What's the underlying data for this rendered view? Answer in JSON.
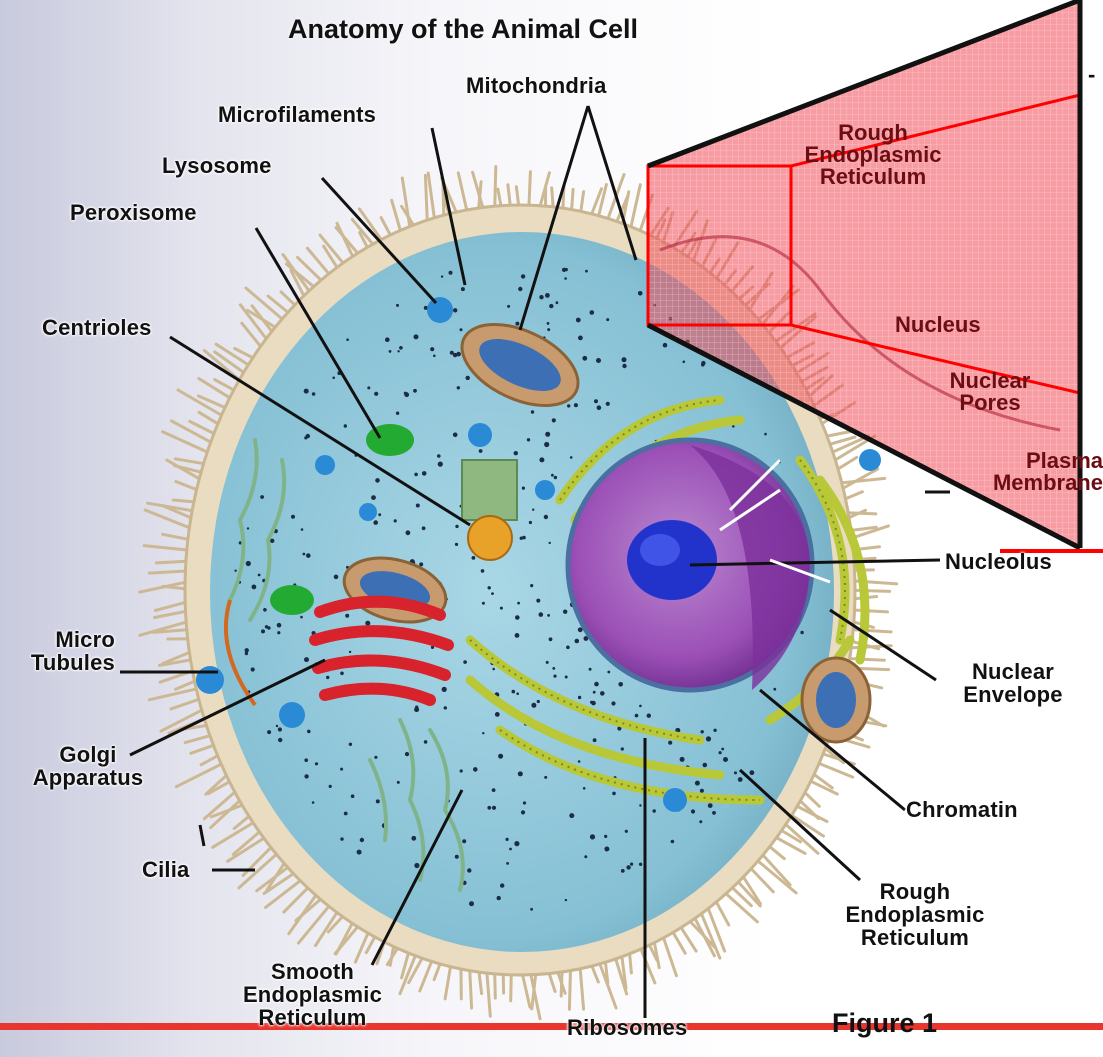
{
  "diagram": {
    "title": "Anatomy of the Animal Cell",
    "figure_caption": "Figure 1",
    "labels": {
      "mitochondria": "Mitochondria",
      "microfilaments": "Microfilaments",
      "lysosome": "Lysosome",
      "peroxisome": "Peroxisome",
      "centrioles": "Centrioles",
      "micro_tubules": [
        "Micro",
        "Tubules"
      ],
      "golgi_apparatus": [
        "Golgi",
        "Apparatus"
      ],
      "cilia": "Cilia",
      "smooth_er": [
        "Smooth",
        "Endoplasmic",
        "Reticulum"
      ],
      "ribosomes": "Ribosomes",
      "rough_er_bottom": [
        "Rough",
        "Endoplasmic",
        "Reticulum"
      ],
      "chromatin": "Chromatin",
      "nuclear_envelope": [
        "Nuclear",
        "Envelope"
      ],
      "nucleolus": "Nucleolus"
    },
    "zoom_labels": {
      "rough_er_top": [
        "Rough",
        "Endoplasmic",
        "Reticulum"
      ],
      "nucleus": "Nucleus",
      "nuclear_pores": [
        "Nuclear",
        "Pores"
      ],
      "plasma_membrane": [
        "Plasma",
        "Membrane"
      ]
    },
    "colors": {
      "highlight_red": "#ff0000",
      "overlay_fill": "#f04a55",
      "cytoplasm": "#8fc6d8",
      "nucleus": "#9b4fb6",
      "nucleolus": "#2233cc",
      "golgi": "#d8222c",
      "rough_er": "#b8c838",
      "mitochondria": "#c79b6e",
      "peroxisome": "#22aa33",
      "vesicle": "#2b8ad6",
      "membrane": "#e9dcc0",
      "cilia": "#d8c6a2"
    }
  }
}
